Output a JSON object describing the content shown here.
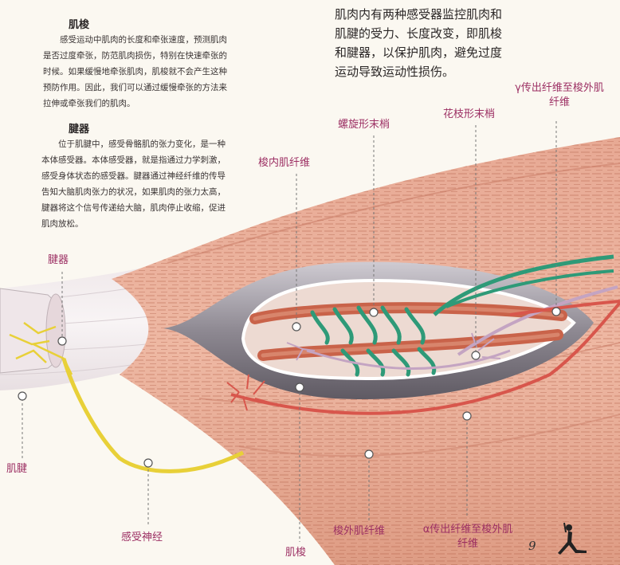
{
  "sections": [
    {
      "title": "肌梭",
      "body": "感受运动中肌肉的长度和牵张速度，预测肌肉是否过度牵张，防范肌肉损伤，特别在快速牵张的时候。如果缓慢地牵张肌肉，肌梭就不会产生这种预防作用。因此，我们可以通过缓慢牵张的方法来拉伸或牵张我们的肌肉。"
    },
    {
      "title": "腱器",
      "body": "位于肌腱中，感受骨骼肌的张力变化，是一种本体感受器。本体感受器，就是指通过力学刺激，感受身体状态的感受器。腱器通过神经纤维的传导告知大脑肌肉张力的状况，如果肌肉的张力太高，腱器将这个信号传递给大脑，肌肉停止收缩，促进肌肉放松。"
    }
  ],
  "intro": "肌肉内有两种感受器监控肌肉和肌腱的受力、长度改变，即肌梭和腱器，以保护肌肉，避免过度运动导致运动性损伤。",
  "labels": {
    "gamma": "γ传出纤维至梭外肌纤维",
    "flower_spray": "花枝形末梢",
    "spiral": "螺旋形末梢",
    "intrafusal": "梭内肌纤维",
    "tendon_organ": "腱器",
    "tendon": "肌腱",
    "sensory_nerve": "感受神经",
    "spindle": "肌梭",
    "extrafusal": "梭外肌纤维",
    "alpha": "α传出纤维至梭外肌纤维"
  },
  "page_number": "9",
  "colors": {
    "label": "#9c2f63",
    "muscle": "#e2a48c",
    "nerve_sensory": "#e8d038",
    "gamma_fiber": "#2e9a78",
    "alpha_fiber": "#d8564c"
  },
  "icons": [
    "yoga-pose-icon"
  ]
}
